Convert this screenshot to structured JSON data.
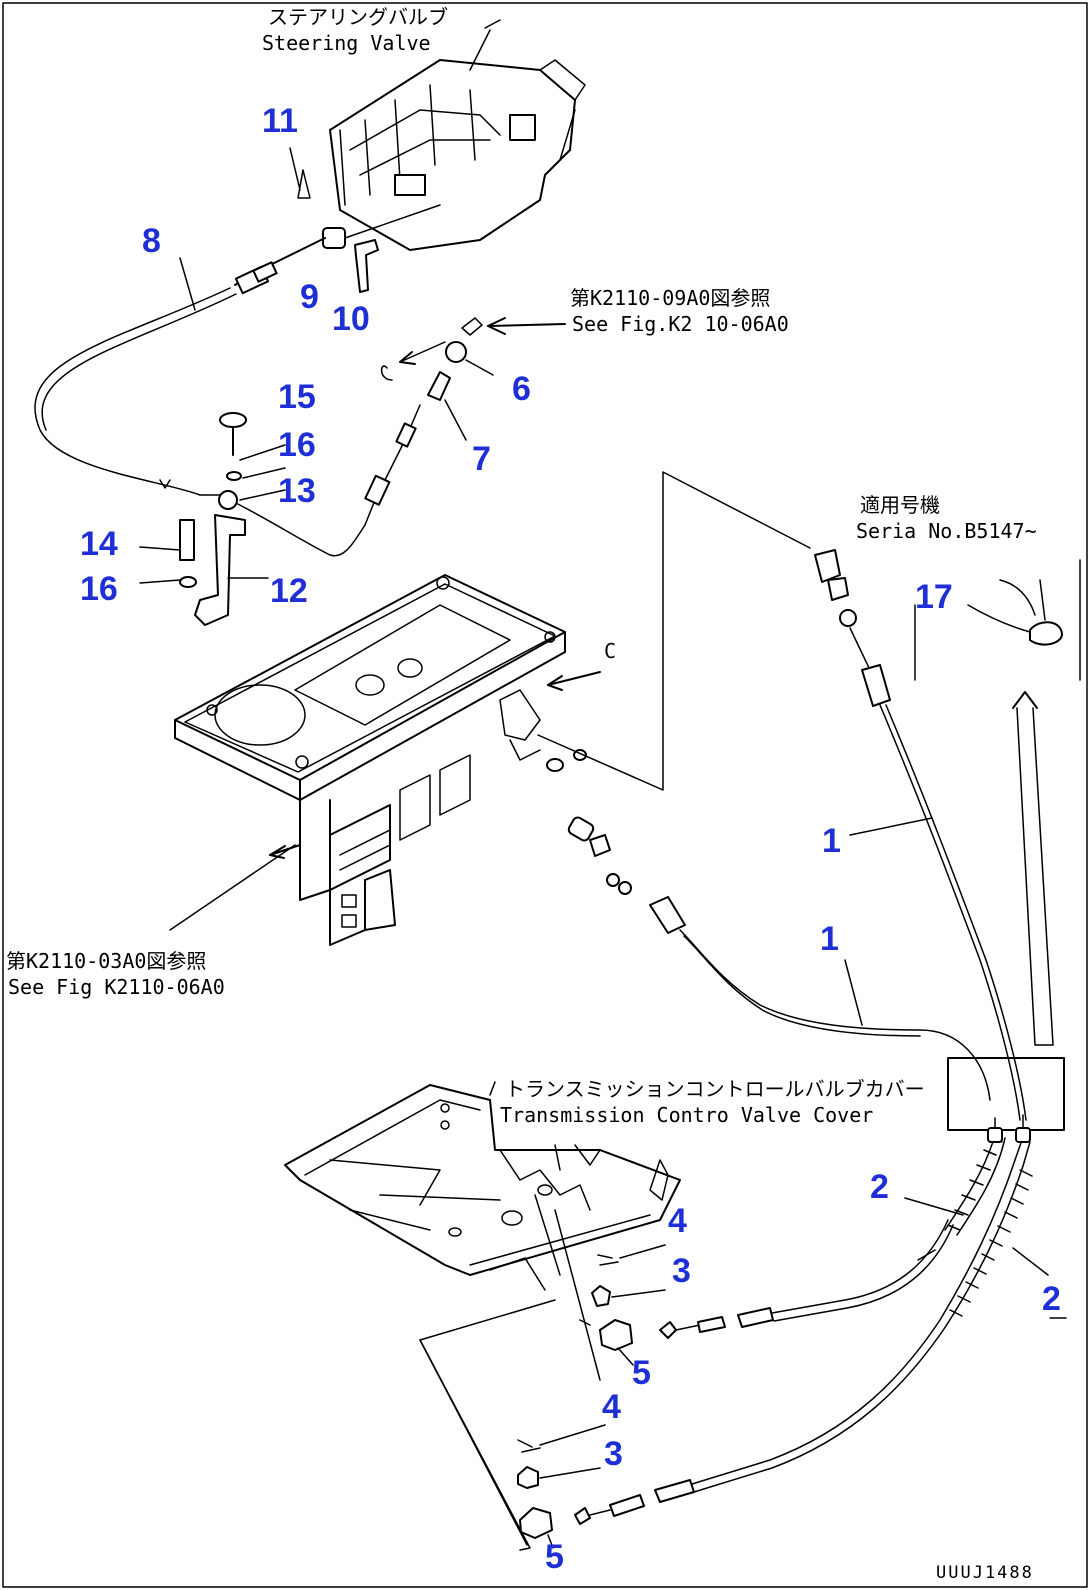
{
  "labels": {
    "steering_jp": "ステアリングバルブ",
    "steering_en": "Steering Valve",
    "ref_top_jp": "第K2110-09A0図参照",
    "ref_top_en": "See Fig.K2 10-06A0",
    "ref_left_jp": "第K2110-03A0図参照",
    "ref_left_en": "See Fig K2110-06A0",
    "serial_jp": "適用号機",
    "serial_en": "Seria No.B5147~",
    "cover_jp": "トランスミッションコントロールバルブカバー",
    "cover_en": "Transmission Contro Valve Cover",
    "view_c1": "C",
    "view_c2": "C",
    "drawing_no": "UUUJ1488"
  },
  "callouts": [
    {
      "id": "c11",
      "text": "11"
    },
    {
      "id": "c8",
      "text": "8"
    },
    {
      "id": "c9",
      "text": "9"
    },
    {
      "id": "c10",
      "text": "10"
    },
    {
      "id": "c6",
      "text": "6"
    },
    {
      "id": "c7",
      "text": "7"
    },
    {
      "id": "c15",
      "text": "15"
    },
    {
      "id": "c16a",
      "text": "16"
    },
    {
      "id": "c13",
      "text": "13"
    },
    {
      "id": "c14",
      "text": "14"
    },
    {
      "id": "c16b",
      "text": "16"
    },
    {
      "id": "c12",
      "text": "12"
    },
    {
      "id": "c17",
      "text": "17"
    },
    {
      "id": "c1a",
      "text": "1"
    },
    {
      "id": "c1b",
      "text": "1"
    },
    {
      "id": "c2a",
      "text": "2"
    },
    {
      "id": "c2b",
      "text": "2"
    },
    {
      "id": "c4a",
      "text": "4"
    },
    {
      "id": "c3a",
      "text": "3"
    },
    {
      "id": "c5a",
      "text": "5"
    },
    {
      "id": "c4b",
      "text": "4"
    },
    {
      "id": "c3b",
      "text": "3"
    },
    {
      "id": "c5b",
      "text": "5"
    }
  ]
}
